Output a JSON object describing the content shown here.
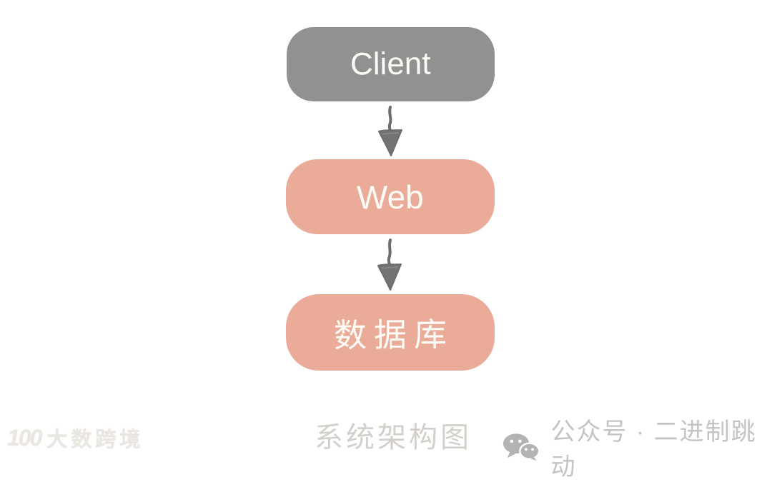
{
  "diagram": {
    "title": "系统架构图",
    "nodes": [
      {
        "id": "client",
        "label": "Client",
        "shape": "rounded-rect",
        "fill": "#919191",
        "text_color": "#fcfbf6"
      },
      {
        "id": "web",
        "label": "Web",
        "shape": "rounded-rect",
        "fill": "#ebab99",
        "text_color": "#fcfbf6"
      },
      {
        "id": "database",
        "label": "数据库",
        "shape": "rounded-rect",
        "fill": "#ebab99",
        "text_color": "#fcfbf6"
      }
    ],
    "edges": [
      {
        "from": "client",
        "to": "web",
        "style": "hand-drawn-down-arrow"
      },
      {
        "from": "web",
        "to": "database",
        "style": "hand-drawn-down-arrow"
      }
    ],
    "arrow_color": "#6d6d6d"
  },
  "caption": {
    "title": "系统架构图",
    "color": "#d3d0cc"
  },
  "branding": {
    "icon": "wechat-icon",
    "icon_color": "#b3b3b3",
    "wechat_label": "公众号 · 二进制跳动",
    "text_color": "#c4c4c4"
  },
  "watermark": {
    "logo": "100",
    "text": "大数跨境",
    "color": "#eae7e3"
  }
}
